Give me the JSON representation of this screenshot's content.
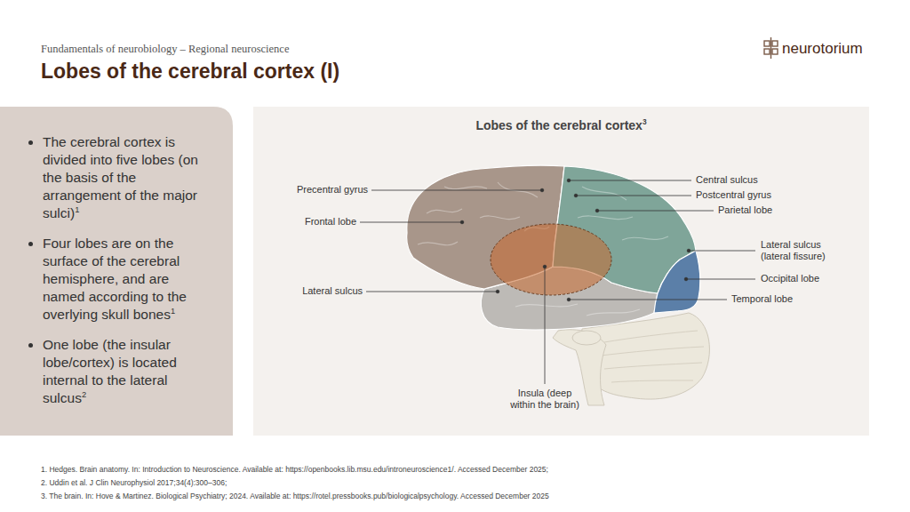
{
  "diagram": {
    "title": "Lobes of the cerebral cortex (I)",
    "nodes": [
      {
        "text": [
          "The cerebral cortex is divided into five lobes (on the basis of the arrangement of the major sulci)",
          "1",
          "Four lobes are on the surface of the cerebral hemisphere, and are named according to the overlying skull bones",
          "1",
          "One lobe (the insular lobe/cortex) is located internal to the lateral sulcus",
          "2"
        ]
      },
      {
        "text": [
          "Lobes of the cerebral cortex",
          "3"
        ]
      }
    ],
    "labels": [
      "Fundamentals of neurobiology – Regional neuroscience",
      "neurotorium",
      "Precentral gyrus",
      "Frontal lobe",
      "Lateral sulcus",
      "Central sulcus",
      "Postcentral gyrus",
      "Parietal lobe",
      "Lateral sulcus (lateral fissure)",
      "Occipital lobe",
      "Temporal lobe",
      "Insula (deep within the brain)",
      "1. Hedges. Brain anatomy. In: Introduction to Neuroscience. Available at: https://openbooks.lib.msu.edu/introneuroscience1/. Accessed December 2025;",
      "2. Uddin et al. J Clin Neurophysiol 2017;34(4):300–306;",
      "3. The brain. In: Hove & Martinez. Biological Psychiatry; 2024. Available at: https://rotel.pressbooks.pub/biologicalpsychology. Accessed December 2025"
    ]
  }
}
